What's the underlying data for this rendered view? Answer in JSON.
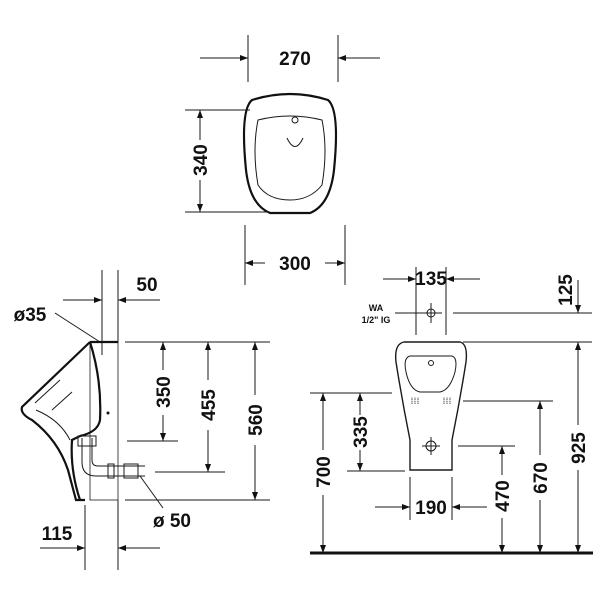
{
  "top_view": {
    "width_top": "270",
    "depth": "340",
    "width_bottom": "300"
  },
  "side_view": {
    "offset_top": "50",
    "inlet_diameter": "ø35",
    "h1": "350",
    "h2": "455",
    "h3": "560",
    "outlet_diameter": "ø 50",
    "offset_bottom": "115"
  },
  "front_view": {
    "inlet_offset": "135",
    "inlet_label_1": "WA",
    "inlet_label_2": "1/2\" IG",
    "inlet_height": "125",
    "h_700": "700",
    "h_335": "335",
    "width_190": "190",
    "h_470": "470",
    "h_670": "670",
    "h_925": "925"
  }
}
